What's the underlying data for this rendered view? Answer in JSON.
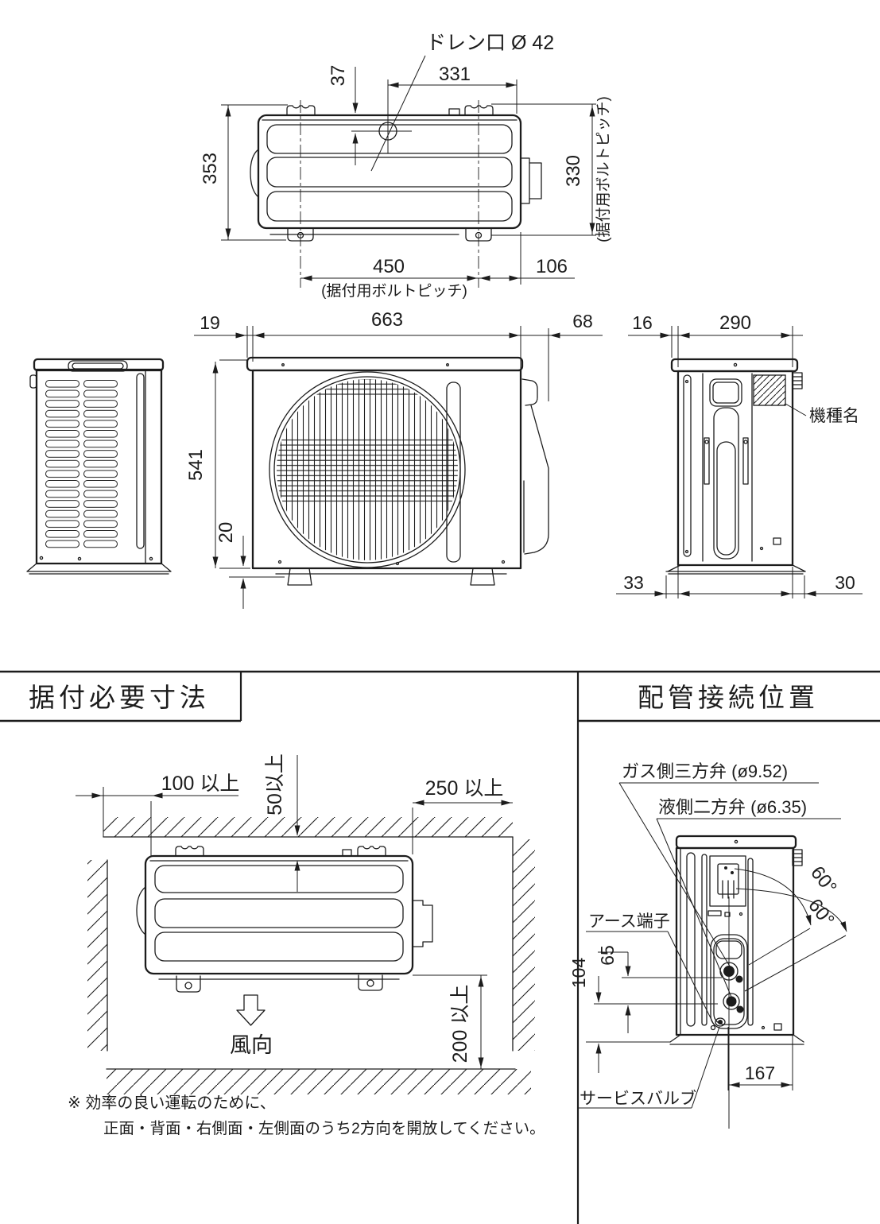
{
  "sections": {
    "install_title": "据付必要寸法",
    "piping_title": "配管接続位置"
  },
  "top_view": {
    "drain_label": "ドレン口 Ø 42",
    "dim_drain_offset": "37",
    "dim_drain_to_edge": "331",
    "dim_depth": "353",
    "dim_bolt_pitch_depth": "330",
    "bolt_pitch_caption_side": "(据付用ボルトピッチ)",
    "dim_bolt_pitch_width": "450",
    "dim_right_offset": "106",
    "bolt_pitch_caption_bottom": "(据付用ボルトピッチ)"
  },
  "front_view": {
    "dim_left_offset": "19",
    "dim_width": "663",
    "dim_right_offset": "68",
    "dim_height": "541",
    "dim_base_height": "20"
  },
  "side_view": {
    "dim_cap_overhang": "16",
    "dim_depth": "290",
    "dim_foot_left": "33",
    "dim_foot_right": "30",
    "model_name_label": "機種名"
  },
  "clearance": {
    "dim_left": "100 以上",
    "dim_back": "50以上",
    "dim_right": "250 以上",
    "dim_front": "200 以上",
    "wind_direction_label": "風向",
    "note_line1": "※ 効率の良い運転のために、",
    "note_line2": "正面・背面・右側面・左側面のうち2方向を開放してください。"
  },
  "piping": {
    "gas_valve_label": "ガス側三方弁 (ø9.52)",
    "liquid_valve_label": "液側二方弁 (ø6.35)",
    "earth_terminal_label": "アース端子",
    "service_valve_label": "サービスバルブ",
    "swing_angle_upper": "60°",
    "swing_angle_lower": "60°",
    "dim_valve_gap": "65",
    "dim_service_height": "104",
    "dim_valve_offset": "167"
  },
  "colors": {
    "line": "#1c1c1c",
    "background": "#ffffff"
  }
}
